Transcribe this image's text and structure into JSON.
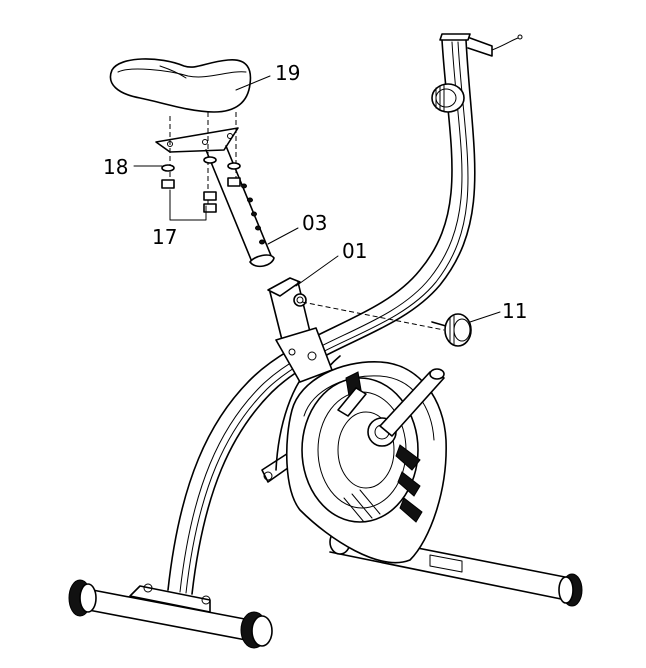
{
  "labels": {
    "seat": "19",
    "washer": "18",
    "nut": "17",
    "seat_post": "03",
    "seat_tube": "01",
    "knob": "11"
  }
}
